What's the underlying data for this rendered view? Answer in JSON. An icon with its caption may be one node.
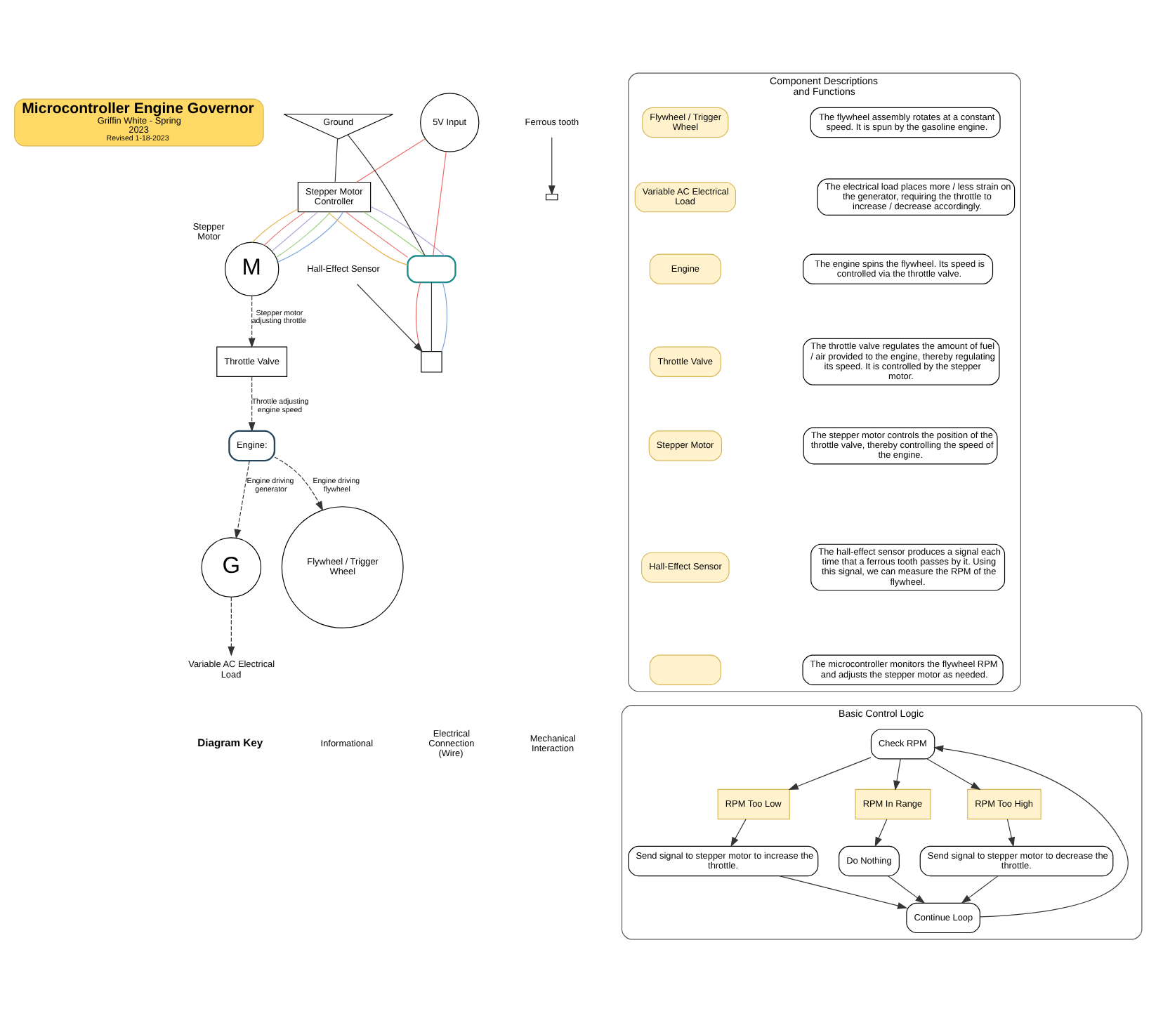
{
  "diagram": {
    "nodes": [
      {
        "text": [
          "Microcontroller Engine Governor",
          "Griffin White - Spring 2023",
          "Revised 1-18-2023"
        ]
      },
      {
        "text": [
          "Stepper Motor Controller"
        ]
      },
      {
        "text": [
          "M"
        ],
        "beside": [
          "Stepper Motor"
        ]
      },
      {
        "text": [
          "5V Input"
        ]
      },
      {
        "text": [
          "Ground"
        ]
      },
      {
        "text": [],
        "shape": "box"
      },
      {
        "text": [
          "Hall-Effect Sensor"
        ]
      },
      {
        "text": [],
        "shape": "box"
      },
      {
        "text": [
          "Ferrous tooth"
        ]
      },
      {
        "text": [],
        "shape": "box"
      },
      {
        "text": [
          "Flywheel / Trigger Wheel"
        ]
      },
      {
        "text": [
          "Throttle Valve"
        ]
      },
      {
        "text": [
          "Engine:"
        ]
      },
      {
        "text": [
          "G"
        ]
      },
      {
        "text": [
          "Variable AC Electrical Load"
        ]
      },
      {
        "text": [
          "Component Descriptions and Functions"
        ]
      },
      {
        "text": [
          "Flywheel / Trigger Wheel"
        ],
        "in": 15
      },
      {
        "text": [
          "The flywheel assembly rotates at a constant speed. It is spun by the gasoline engine."
        ],
        "in": 15
      },
      {
        "text": [
          "Variable AC Electrical Load"
        ],
        "in": 15
      },
      {
        "text": [
          "The electrical load places more / less strain on the generator, requiring the throttle to increase / decrease accordingly."
        ],
        "in": 15
      },
      {
        "text": [
          "Engine"
        ],
        "in": 15
      },
      {
        "text": [
          "The engine spins the flywheel. Its speed is controlled via the throttle valve."
        ],
        "in": 15
      },
      {
        "text": [
          "Throttle Valve"
        ],
        "in": 15
      },
      {
        "text": [
          "The throttle valve regulates the amount of fuel / air provided to the engine, thereby regulating its speed. It is controlled by the stepper motor."
        ],
        "in": 15
      },
      {
        "text": [
          "Stepper Motor"
        ],
        "in": 15
      },
      {
        "text": [
          "The stepper motor controls the position of the throttle valve, thereby controlling the speed of the engine."
        ],
        "in": 15
      },
      {
        "text": [
          "Hall-Effect Sensor"
        ],
        "in": 15
      },
      {
        "text": [
          "The hall-effect sensor produces a signal each time that a ferrous tooth passes by it. Using this signal, we can measure the RPM of the flywheel."
        ],
        "in": 15
      },
      {
        "text": [],
        "shape": "box",
        "in": 15
      },
      {
        "text": [
          "The microcontroller monitors the flywheel RPM and adjusts the stepper motor as needed."
        ],
        "in": 15
      },
      {
        "text": [
          "Basic Control Logic"
        ]
      },
      {
        "text": [
          "Check RPM"
        ],
        "in": 30
      },
      {
        "text": [
          "RPM Too Low"
        ],
        "in": 30
      },
      {
        "text": [
          "RPM In Range"
        ],
        "in": 30
      },
      {
        "text": [
          "RPM Too High"
        ],
        "in": 30
      },
      {
        "text": [
          "Send signal to stepper motor to increase the throttle."
        ],
        "in": 30
      },
      {
        "text": [
          "Do Nothing"
        ],
        "in": 30
      },
      {
        "text": [
          "Send signal to stepper motor to decrease the throttle."
        ],
        "in": 30
      },
      {
        "text": [
          "Continue Loop"
        ],
        "in": 30
      }
    ],
    "edges": [
      {
        "from": 1,
        "to": 2,
        "arrow": "none",
        "color": "#e6b450"
      },
      {
        "from": 1,
        "to": 2,
        "arrow": "none",
        "color": "#ea6b66"
      },
      {
        "from": 1,
        "to": 2,
        "arrow": "none",
        "color": "#b5a0d8"
      },
      {
        "from": 1,
        "to": 2,
        "arrow": "none",
        "color": "#97d077"
      },
      {
        "from": 1,
        "to": 2,
        "arrow": "none",
        "color": "#7ea6e0"
      },
      {
        "from": 3,
        "to": 1,
        "arrow": "none",
        "color": "#ea6b66"
      },
      {
        "from": 4,
        "to": 1,
        "arrow": "none",
        "color": "#333333"
      },
      {
        "from": 1,
        "to": 5,
        "arrow": "none",
        "color": "#e6b450"
      },
      {
        "from": 1,
        "to": 5,
        "arrow": "none",
        "color": "#ea6b66"
      },
      {
        "from": 1,
        "to": 5,
        "arrow": "none",
        "color": "#97d077"
      },
      {
        "from": 1,
        "to": 5,
        "arrow": "none",
        "color": "#b5a0d8"
      },
      {
        "from": 3,
        "to": 5,
        "arrow": "none",
        "color": "#ea6b66"
      },
      {
        "from": 4,
        "to": 5,
        "arrow": "none",
        "color": "#333333"
      },
      {
        "from": 5,
        "to": 7,
        "arrow": "none",
        "color": "#ea6b66"
      },
      {
        "from": 5,
        "to": 7,
        "arrow": "none",
        "color": "#333333"
      },
      {
        "from": 5,
        "to": 7,
        "arrow": "none",
        "color": "#7ea6e0"
      },
      {
        "from": 6,
        "to": 7,
        "arrow": "to"
      },
      {
        "from": 8,
        "to": 9,
        "arrow": "to"
      },
      {
        "from": 2,
        "to": 11,
        "arrow": "to",
        "style": "dashed",
        "label": "Stepper motor adjusting throttle"
      },
      {
        "from": 11,
        "to": 12,
        "arrow": "to",
        "style": "dashed",
        "label": "Throttle adjusting engine speed"
      },
      {
        "from": 12,
        "to": 10,
        "arrow": "to",
        "style": "dashed",
        "label": "Engine driving flywheel"
      },
      {
        "from": 12,
        "to": 13,
        "arrow": "to",
        "style": "dashed",
        "label": "Engine driving generator"
      },
      {
        "from": 13,
        "to": 14,
        "arrow": "to",
        "style": "dashed"
      },
      {
        "from": 31,
        "to": 32,
        "arrow": "to"
      },
      {
        "from": 31,
        "to": 33,
        "arrow": "to"
      },
      {
        "from": 31,
        "to": 34,
        "arrow": "to"
      },
      {
        "from": 32,
        "to": 35,
        "arrow": "to"
      },
      {
        "from": 33,
        "to": 36,
        "arrow": "to"
      },
      {
        "from": 34,
        "to": 37,
        "arrow": "to"
      },
      {
        "from": 35,
        "to": 38,
        "arrow": "to"
      },
      {
        "from": 36,
        "to": 38,
        "arrow": "to"
      },
      {
        "from": 37,
        "to": 38,
        "arrow": "to"
      },
      {
        "from": 38,
        "to": 31,
        "arrow": "to"
      }
    ],
    "labels": [
      "Diagram Key"
    ],
    "legend": [
      {
        "text": "Informational"
      },
      {
        "text": "Electrical Connection (Wire)"
      },
      {
        "text": "Mechanical Interaction"
      }
    ]
  }
}
